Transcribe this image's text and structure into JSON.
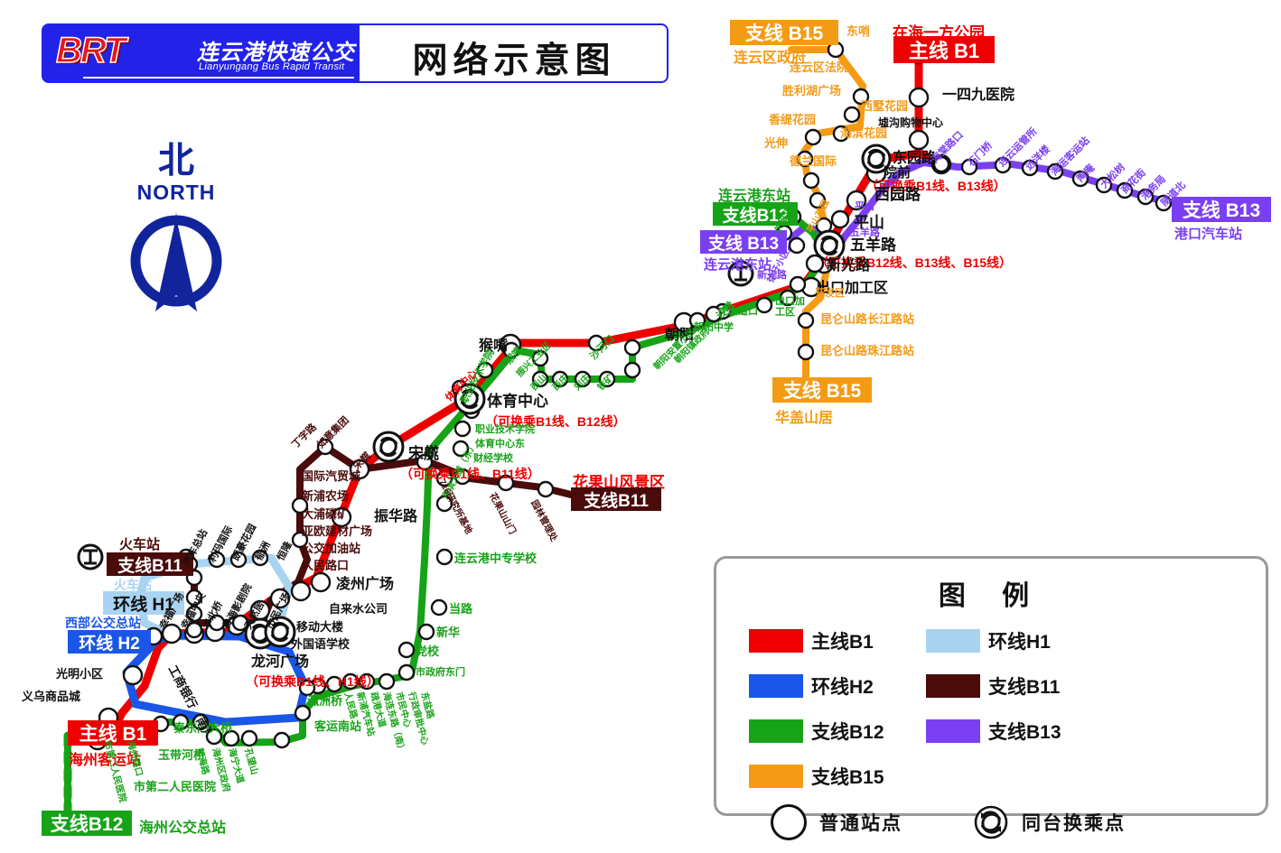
{
  "header": {
    "logo_word": "BRT",
    "logo_cn": "连云港快速公交",
    "logo_en": "Lianyungang Bus Rapid Transit",
    "title": "网络示意图"
  },
  "compass": {
    "cn": "北",
    "en": "NORTH",
    "icon": "compass-rose-icon"
  },
  "legend": {
    "title": "图  例",
    "lines": [
      {
        "label": "主线B1",
        "color": "#ee0000"
      },
      {
        "label": "环线H1",
        "color": "#a8d4f2"
      },
      {
        "label": "环线H2",
        "color": "#1a56e8"
      },
      {
        "label": "支线B11",
        "color": "#4a0b0b"
      },
      {
        "label": "支线B12",
        "color": "#17a317"
      },
      {
        "label": "支线B13",
        "color": "#7b3ff2"
      },
      {
        "label": "支线B15",
        "color": "#f49b16"
      }
    ],
    "symbols": [
      {
        "icon": "station-circle-icon",
        "label": "普通站点"
      },
      {
        "icon": "interchange-icon",
        "label": "同台换乘点"
      }
    ]
  },
  "terminals": [
    {
      "id": "b1-north",
      "plate": "主线 B1",
      "caption": "在海一方公园",
      "caption_pos": "above"
    },
    {
      "id": "b1-south",
      "plate": "主线 B1",
      "caption": "海州客运站",
      "caption_pos": "below"
    },
    {
      "id": "b11-west",
      "plate": "支线B11",
      "caption": "火车站",
      "caption_pos": "above"
    },
    {
      "id": "b11-east",
      "plate": "支线B11",
      "caption": "花果山风景区",
      "caption_pos": "above"
    },
    {
      "id": "b12-north",
      "plate": "支线B12",
      "caption": "连云港东站",
      "caption_pos": "above"
    },
    {
      "id": "b12-south",
      "plate": "支线B12",
      "caption": "海州公交总站",
      "caption_pos": "right"
    },
    {
      "id": "b13-west",
      "plate": "支线 B13",
      "caption": "连云港东站",
      "caption_pos": "below"
    },
    {
      "id": "b13-east",
      "plate": "支线 B13",
      "caption": "港口汽车站",
      "caption_pos": "below"
    },
    {
      "id": "b15-north",
      "plate": "支线 B15",
      "caption": "连云区政府",
      "caption_pos": "below"
    },
    {
      "id": "b15-south",
      "plate": "支线 B15",
      "caption": "华盖山居",
      "caption_pos": "below"
    },
    {
      "id": "h1",
      "plate": "环线 H1",
      "caption": "火车站",
      "caption_pos": "above"
    },
    {
      "id": "h2",
      "plate": "环线 H2",
      "caption": "西部公交总站",
      "caption_pos": "above"
    }
  ],
  "interchanges": [
    {
      "name": "东园路",
      "note": "（可换乘B1线、B13线）"
    },
    {
      "name": "五羊路",
      "note": "（可换乘B12线、B13线、B15线）"
    },
    {
      "name": "体育中心",
      "note": "（可换乘B1线、B12线）"
    },
    {
      "name": "宋艞",
      "note": "（可换乘B1线、B11线）"
    },
    {
      "name": "龙河广场",
      "note": "（可换乘B1线、H1线）"
    }
  ],
  "stations": {
    "b15_north": [
      "东哨",
      "连云区法院",
      "胜利湖广场",
      "西墅花园",
      "海滨花园",
      "香缇花园",
      "光伸",
      "德兰国际"
    ],
    "b1_north": [
      "一四九医院",
      "墟沟购物中心",
      "院前",
      "西园路",
      "平山"
    ],
    "b13_east": [
      "海棠路口",
      "石门桥",
      "连云运管所",
      "远洋楼",
      "海运客运站",
      "陶庵",
      "大松树",
      "商花街",
      "港务局",
      "隧道北"
    ],
    "b15_south": [
      "开发区",
      "昆仑山路长江路站",
      "昆仑山路珠江路站"
    ],
    "b1_mid": [
      "新光路",
      "出口加工区",
      "虎山道口",
      "沙墩",
      "朝阳",
      "沙河口",
      "猴嘴",
      "板浦"
    ],
    "b12_mid": [
      "久和北",
      "平山花园",
      "徐圩小区",
      "朝阳中学",
      "朝阳镇政府",
      "朝阳安置小区",
      "铁矿",
      "刘庄",
      "西庄",
      "西山",
      "振兴工业区",
      "猴嘴"
    ],
    "b11_west": [
      "丁字路",
      "如意集团",
      "国际汽贸城",
      "新浦农场",
      "大浦磷矿",
      "亚欧建材广场",
      "公交加油站",
      "人民路口"
    ],
    "b11_east": [
      "716研究所基地",
      "花果山山门",
      "园林管理处"
    ],
    "b1_west": [
      "振华路",
      "凌州广场",
      "自来水公司",
      "移动大楼",
      "外国语学校",
      "市民广场",
      "天然居",
      "黄海影剧院",
      "华北桥",
      "幸福中央",
      "幸福广场",
      "光明小区",
      "义乌商品城"
    ],
    "b12_south": [
      "职业技术学院",
      "体育中心东",
      "财经学校",
      "海滨大道（东）",
      "连云港中专学校",
      "当路",
      "新华",
      "党校",
      "市政府东门",
      "瀛洲桥",
      "客运南站",
      "人民路",
      "新浦汽车站",
      "疏港大道",
      "海连东路（南）",
      "市民中心",
      "行政审批中心",
      "东盐路",
      "玉带河桥",
      "秦东门大桥",
      "孔望山",
      "海宁大道",
      "海州区政府",
      "新海路",
      "海州路口",
      "市第二人民医院"
    ],
    "h1": [
      "火车站",
      "汽车总站",
      "利玛国际",
      "朗豪花园",
      "郁洲",
      "恒隆"
    ],
    "h2": [
      "工商银行（南）"
    ]
  },
  "icons": {
    "rail": "railway-station-icon",
    "interchange": "interchange-icon",
    "station": "station-circle-icon"
  }
}
